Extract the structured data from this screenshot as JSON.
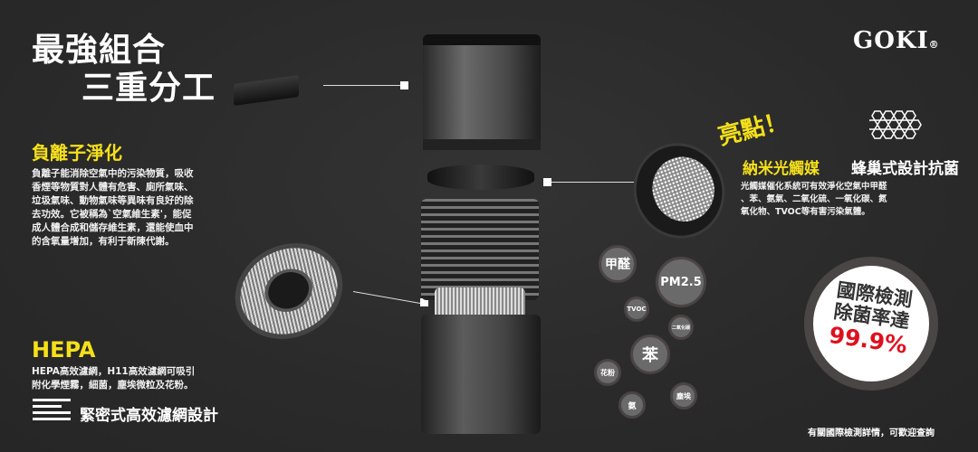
{
  "headline": {
    "line1": "最強組合",
    "line2": "三重分工"
  },
  "logo": {
    "text": "GOKI",
    "mark": "®"
  },
  "ion": {
    "title": "負離子淨化",
    "lines": [
      "負離子能消除空氣中的污染物質，吸收",
      "香煙等物質對人體有危害、廁所氣味、",
      "垃圾氣味、動物氣味等異味有良好的除",
      "去功效。它被稱為`空氣維生素'，能促",
      "成人體合成和儲存維生素，還能使血中",
      "的含氧量增加，有利于新陳代謝。"
    ]
  },
  "hepa": {
    "title": "HEPA",
    "lines": [
      "HEPA高效濾網，H11高效濾網可吸引",
      "附化學煙霧，細菌，塵埃微粒及花粉。"
    ],
    "feature": "緊密式高效濾網設計",
    "feature_icon": "layered-filter-icon"
  },
  "highlight": {
    "label": "亮點！",
    "photocatalyst": "納米光觸媒",
    "honeycomb": "蜂巢式設計抗菌",
    "honeycomb_icon": "honeycomb-icon",
    "lines": [
      "光觸媒催化系統可有效淨化空氣中甲醛",
      "、苯、氨氣、二氧化硫、一氧化碳、氮",
      "氧化物、TVOC等有害污染氣體。"
    ]
  },
  "pollutants": [
    "甲醛",
    "PM2.5",
    "TVOC",
    "二氧化碳",
    "苯",
    "花粉",
    "氨",
    "塵埃"
  ],
  "badge": {
    "line1": "國際檢測",
    "line2": "除菌率達",
    "value": "99.9%"
  },
  "footer": "有關國際檢測詳情，可歡迎查詢",
  "colors": {
    "accent": "#f5e01a",
    "red": "#e0101e",
    "background": "#2b2b2b"
  }
}
